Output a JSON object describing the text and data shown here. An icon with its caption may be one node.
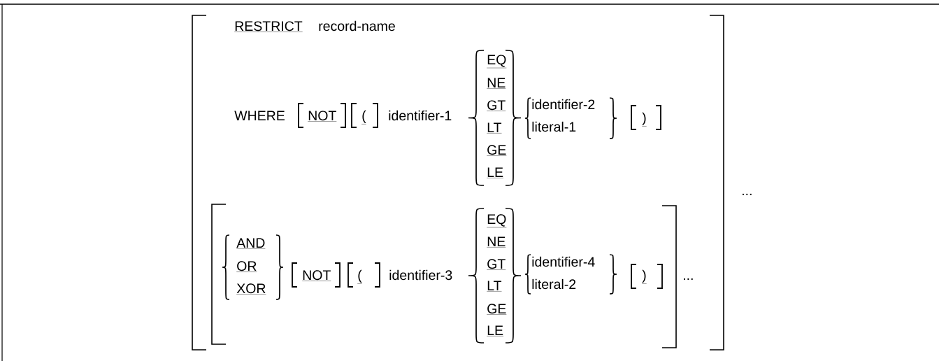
{
  "diagram": {
    "labels": [
      "RESTRICT",
      "record-name",
      "WHERE",
      "NOT",
      "(",
      "identifier-1",
      "EQ",
      "NE",
      "GT",
      "LT",
      "GE",
      "LE",
      "identifier-2",
      "literal-1",
      ")",
      "...",
      "AND",
      "OR",
      "XOR",
      "NOT",
      "(",
      "identifier-3",
      "EQ",
      "NE",
      "GT",
      "LT",
      "GE",
      "LE",
      "identifier-4",
      "literal-2",
      ")",
      "..."
    ]
  }
}
